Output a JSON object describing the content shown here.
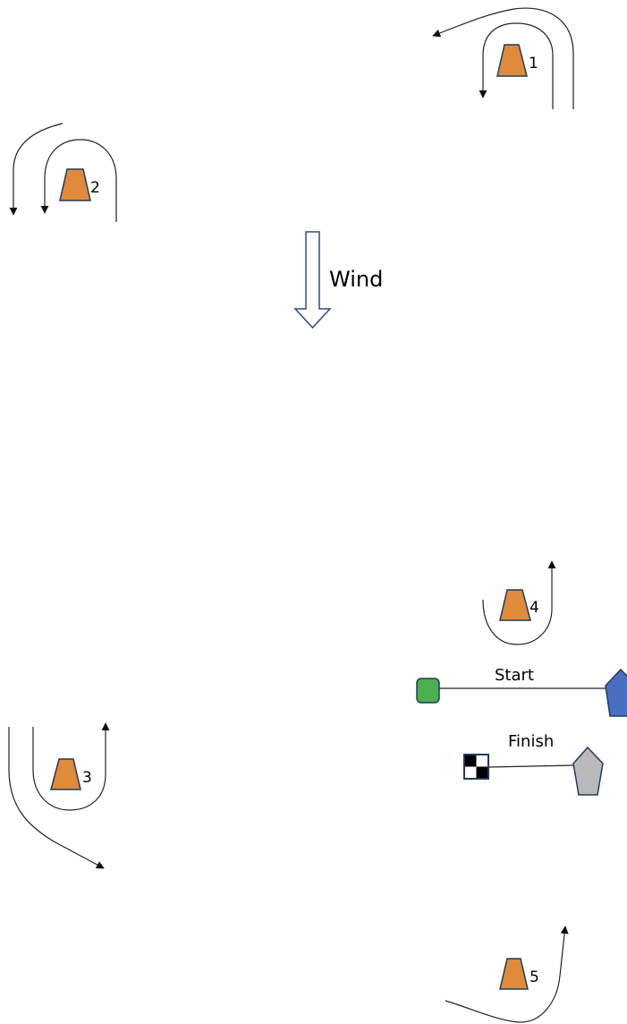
{
  "wind": {
    "label": "Wind"
  },
  "marks": [
    {
      "number": "1"
    },
    {
      "number": "2"
    },
    {
      "number": "3"
    },
    {
      "number": "4"
    },
    {
      "number": "5"
    }
  ],
  "start_line": {
    "label": "Start",
    "pin_color": "#4caf50",
    "committee_boat_color": "#4a6fc1"
  },
  "finish_line": {
    "label": "Finish",
    "pin_flag": "checkered",
    "committee_boat_color": "#b9b9b9"
  },
  "colors": {
    "mark": "#e08a3c",
    "mark_outline": "#1f3b5c",
    "path": "#222222"
  }
}
